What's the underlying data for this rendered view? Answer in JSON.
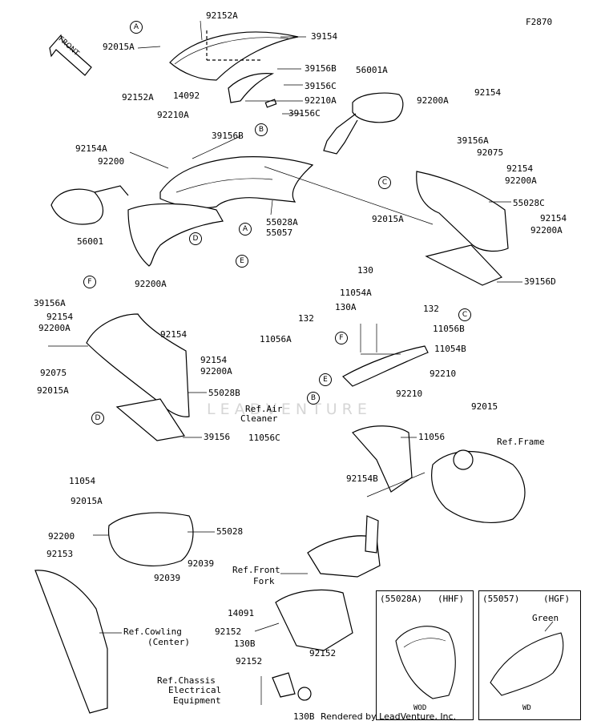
{
  "diagram": {
    "code": "F2870",
    "front_label": "FRONT",
    "watermark": "LEADVENTURE",
    "footer": "Rendered by LeadVenture, Inc.",
    "callouts": [
      {
        "id": "c_A1",
        "text": "A"
      },
      {
        "id": "c_B1",
        "text": "B"
      },
      {
        "id": "c_C1",
        "text": "C"
      },
      {
        "id": "c_A2",
        "text": "A"
      },
      {
        "id": "c_D1",
        "text": "D"
      },
      {
        "id": "c_E1",
        "text": "E"
      },
      {
        "id": "c_F1",
        "text": "F"
      },
      {
        "id": "c_D2",
        "text": "D"
      },
      {
        "id": "c_C2",
        "text": "C"
      },
      {
        "id": "c_F2",
        "text": "F"
      },
      {
        "id": "c_E2",
        "text": "E"
      },
      {
        "id": "c_B2",
        "text": "B"
      }
    ],
    "labels": [
      {
        "id": "l1",
        "text": "92152A"
      },
      {
        "id": "l2",
        "text": "39154"
      },
      {
        "id": "l3",
        "text": "92015A"
      },
      {
        "id": "l4",
        "text": "39156B"
      },
      {
        "id": "l5",
        "text": "56001A"
      },
      {
        "id": "l6",
        "text": "92152A"
      },
      {
        "id": "l7",
        "text": "14092"
      },
      {
        "id": "l8",
        "text": "39156C"
      },
      {
        "id": "l9",
        "text": "92210A"
      },
      {
        "id": "l10",
        "text": "92210A"
      },
      {
        "id": "l11",
        "text": "39156C"
      },
      {
        "id": "l12",
        "text": "39156B"
      },
      {
        "id": "l13",
        "text": "92200A"
      },
      {
        "id": "l14",
        "text": "92154"
      },
      {
        "id": "l15",
        "text": "92154A"
      },
      {
        "id": "l16",
        "text": "39156A"
      },
      {
        "id": "l17",
        "text": "92075"
      },
      {
        "id": "l18",
        "text": "92200"
      },
      {
        "id": "l19",
        "text": "92154"
      },
      {
        "id": "l20",
        "text": "92200A"
      },
      {
        "id": "l21",
        "text": "55028C"
      },
      {
        "id": "l22",
        "text": "55028A"
      },
      {
        "id": "l23",
        "text": "55057"
      },
      {
        "id": "l24",
        "text": "92015A"
      },
      {
        "id": "l25",
        "text": "92154"
      },
      {
        "id": "l26",
        "text": "92200A"
      },
      {
        "id": "l27",
        "text": "56001"
      },
      {
        "id": "l28",
        "text": "39156D"
      },
      {
        "id": "l29",
        "text": "130"
      },
      {
        "id": "l30",
        "text": "92200A"
      },
      {
        "id": "l31",
        "text": "11054A"
      },
      {
        "id": "l32",
        "text": "39156A"
      },
      {
        "id": "l33",
        "text": "130A"
      },
      {
        "id": "l34",
        "text": "132"
      },
      {
        "id": "l35",
        "text": "92154"
      },
      {
        "id": "l36",
        "text": "92200A"
      },
      {
        "id": "l37",
        "text": "92154"
      },
      {
        "id": "l38",
        "text": "132"
      },
      {
        "id": "l39",
        "text": "11056B"
      },
      {
        "id": "l40",
        "text": "11056A"
      },
      {
        "id": "l41",
        "text": "11054B"
      },
      {
        "id": "l42",
        "text": "92075"
      },
      {
        "id": "l43",
        "text": "92154"
      },
      {
        "id": "l44",
        "text": "92200A"
      },
      {
        "id": "l45",
        "text": "92210"
      },
      {
        "id": "l46",
        "text": "92015A"
      },
      {
        "id": "l47",
        "text": "55028B"
      },
      {
        "id": "l48",
        "text": "92210"
      },
      {
        "id": "l49",
        "text": "Ref.Air"
      },
      {
        "id": "l50",
        "text": "Cleaner"
      },
      {
        "id": "l51",
        "text": "92015"
      },
      {
        "id": "l52",
        "text": "39156"
      },
      {
        "id": "l53",
        "text": "11056C"
      },
      {
        "id": "l54",
        "text": "11056"
      },
      {
        "id": "l55",
        "text": "Ref.Frame"
      },
      {
        "id": "l56",
        "text": "11054"
      },
      {
        "id": "l57",
        "text": "92154B"
      },
      {
        "id": "l58",
        "text": "92015A"
      },
      {
        "id": "l59",
        "text": "92200"
      },
      {
        "id": "l60",
        "text": "55028"
      },
      {
        "id": "l61",
        "text": "92153"
      },
      {
        "id": "l62",
        "text": "92039"
      },
      {
        "id": "l63",
        "text": "92039"
      },
      {
        "id": "l64",
        "text": "Ref.Front"
      },
      {
        "id": "l65",
        "text": "Fork"
      },
      {
        "id": "l66",
        "text": "14091"
      },
      {
        "id": "l67",
        "text": "Ref.Cowling"
      },
      {
        "id": "l68",
        "text": "(Center)"
      },
      {
        "id": "l69",
        "text": "92152"
      },
      {
        "id": "l70",
        "text": "130B"
      },
      {
        "id": "l71",
        "text": "92152"
      },
      {
        "id": "l72",
        "text": "92152"
      },
      {
        "id": "l73",
        "text": "Ref.Chassis"
      },
      {
        "id": "l74",
        "text": "Electrical"
      },
      {
        "id": "l75",
        "text": "Equipment"
      },
      {
        "id": "l76",
        "text": "130B"
      }
    ],
    "inset_left": {
      "part": "(55028A)",
      "variant": "(HHF)",
      "code": "WOD"
    },
    "inset_right": {
      "part": "(55057)",
      "variant": "(HGF)",
      "color_note": "Green",
      "code": "WD"
    }
  }
}
